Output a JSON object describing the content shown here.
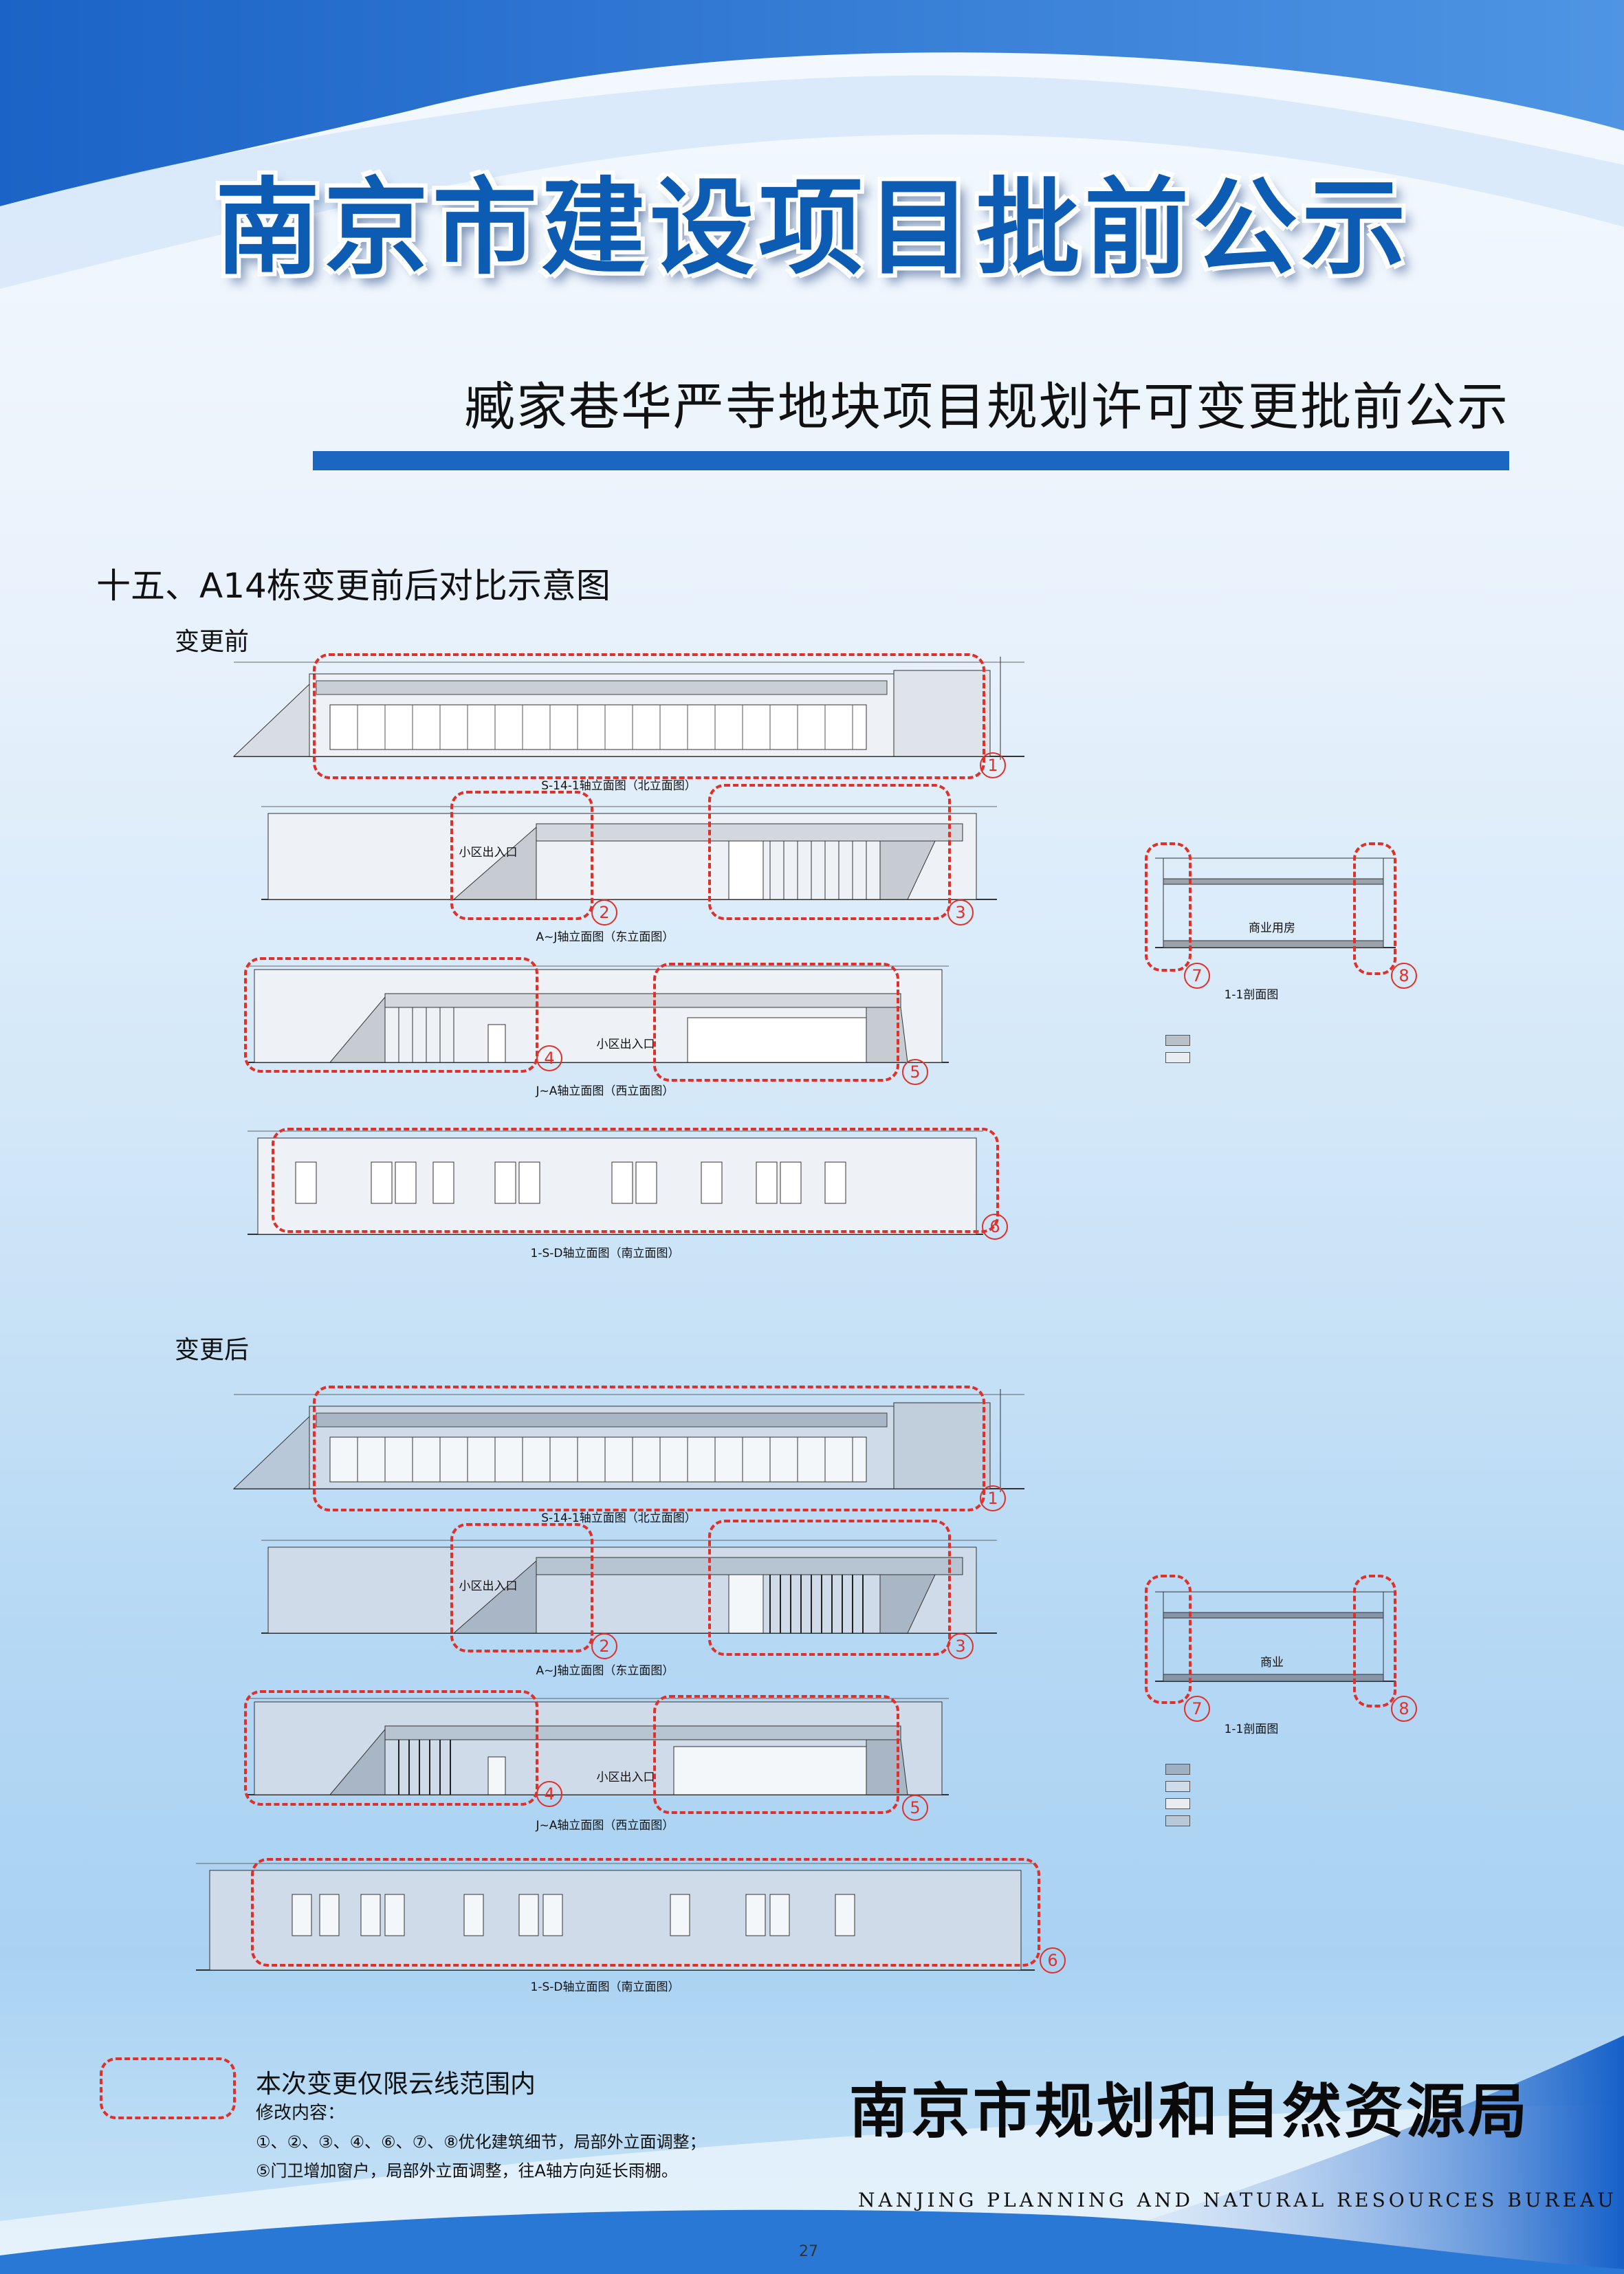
{
  "header": {
    "main_title": "南京市建设项目批前公示",
    "subtitle": "臧家巷华严寺地块项目规划许可变更批前公示"
  },
  "section": {
    "title": "十五、A14栋变更前后对比示意图",
    "before_label": "变更前",
    "after_label": "变更后"
  },
  "drawings": {
    "north": "S-14-1轴立面图（北立面图）",
    "east": "A~J轴立面图（东立面图）",
    "west": "J~A轴立面图（西立面图）",
    "south": "1-S-D轴立面图（南立面图）",
    "section_cut": "1-1剖面图",
    "entrance": "小区出入口",
    "room": "商业用房",
    "room_after": "商业"
  },
  "markers": [
    "1",
    "2",
    "3",
    "4",
    "5",
    "6",
    "7",
    "8"
  ],
  "note": {
    "title": "本次变更仅限云线范围内",
    "subtitle": "修改内容：",
    "line1": "①、②、③、④、⑥、⑦、⑧优化建筑细节，局部外立面调整；",
    "line2": "⑤门卫增加窗户，局部外立面调整，往A轴方向延长雨棚。"
  },
  "footer": {
    "bureau_cn": "南京市规划和自然资源局",
    "bureau_en": "NANJING PLANNING AND NATURAL RESOURCES BUREAU",
    "page_number": "27"
  },
  "colors": {
    "brand_blue": "#0d5cb4",
    "bar_blue": "#1a66c0",
    "cloud_red": "#e0302a"
  }
}
